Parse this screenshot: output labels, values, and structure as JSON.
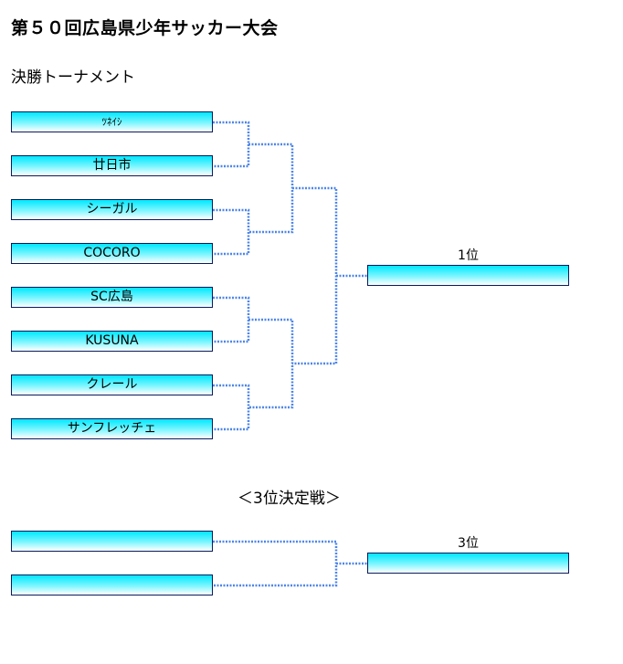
{
  "title": "第５０回広島県少年サッカー大会",
  "subtitle": "決勝トーナメント",
  "bracket": {
    "teams": [
      "ﾂﾈｲｼ",
      "廿日市",
      "シーガル",
      "COCORO",
      "SC広島",
      "KUSUNA",
      "クレール",
      "サンフレッチェ"
    ],
    "winner_label": "1位"
  },
  "third_place": {
    "heading": "＜3位決定戦＞",
    "teams": [
      "",
      ""
    ],
    "result_label": "3位"
  }
}
